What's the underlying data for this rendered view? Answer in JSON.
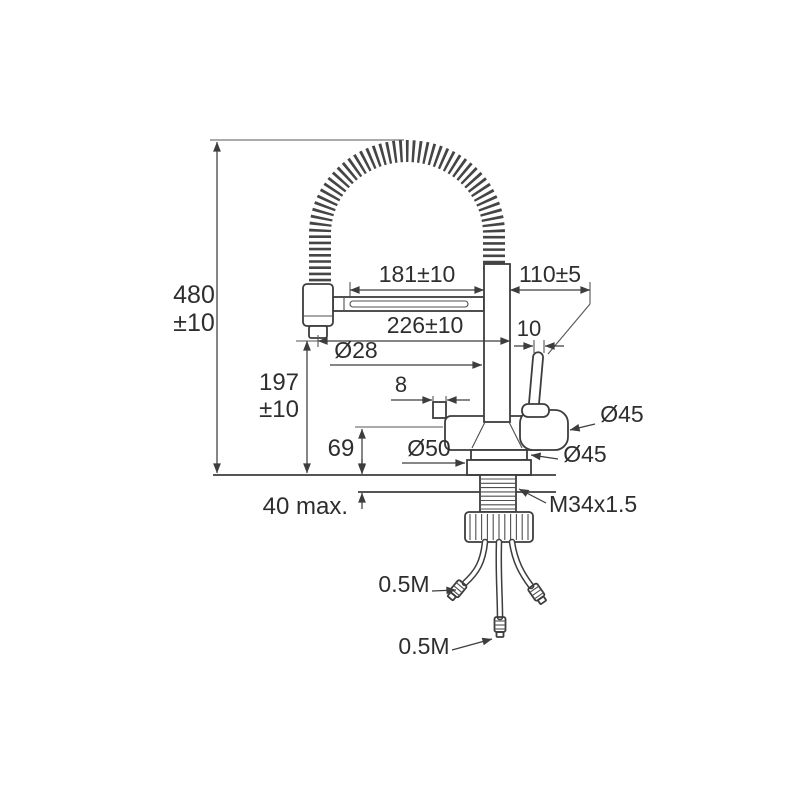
{
  "drawing": {
    "subject": "kitchen faucet with flexible spring spout - dimensioned technical drawing",
    "style": {
      "background": "#ffffff",
      "line_color": "#3d3d3d",
      "text_color": "#2e2e2e"
    }
  },
  "dimensions": {
    "overall_height": {
      "value": "480",
      "tolerance": "±10"
    },
    "spout_height": {
      "value": "197",
      "tolerance": "±10"
    },
    "base_height": {
      "value": "69"
    },
    "deck_thickness": {
      "value": "40 max."
    },
    "spout_reach_inner": {
      "value": "181±10"
    },
    "spout_reach_outer": {
      "value": "226±10"
    },
    "handle_span": {
      "value": "110±5"
    },
    "lever_width": {
      "value": "10"
    },
    "column_diameter": {
      "value": "Ø28"
    },
    "side_port": {
      "value": "8"
    },
    "handle_cap_diameter": {
      "value": "Ø45"
    },
    "base_ring_diameter": {
      "value": "Ø45"
    },
    "base_flange_diameter": {
      "value": "Ø50"
    },
    "thread": {
      "value": "M34x1.5"
    },
    "hose_left_length": {
      "value": "0.5M"
    },
    "hose_bottom_length": {
      "value": "0.5M"
    }
  }
}
